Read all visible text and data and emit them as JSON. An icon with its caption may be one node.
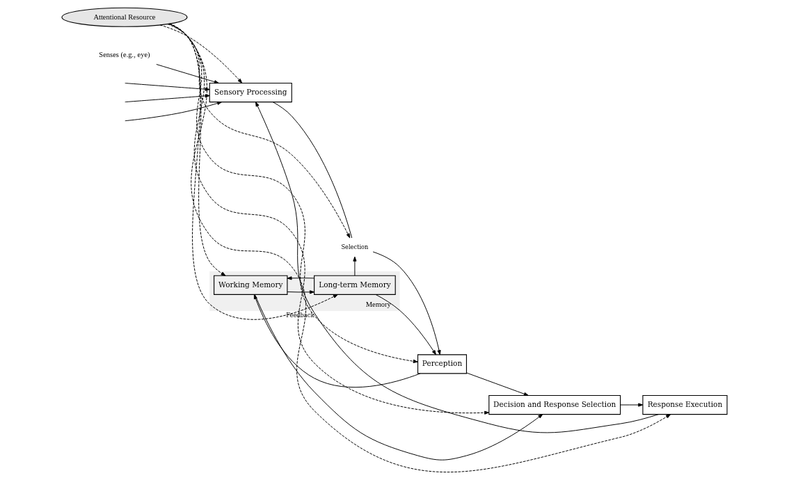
{
  "diagram": {
    "nodes": [
      {
        "text": [
          "Attentional Resource"
        ]
      },
      {
        "text": [
          "Senses (e.g., eye)"
        ]
      },
      {
        "text": [
          "Sensory Processing"
        ]
      },
      {
        "text": [
          "Selection"
        ]
      },
      {
        "text": [
          "Perception"
        ]
      },
      {
        "text": [
          "Decision and Response Selection"
        ]
      },
      {
        "text": [
          "Response Execution"
        ]
      },
      {
        "text": [
          "Memory"
        ]
      },
      {
        "text": [
          "Working Memory"
        ],
        "in": 7
      },
      {
        "text": [
          "Long-term Memory"
        ],
        "in": 7
      }
    ],
    "edges": [
      {
        "from": 1,
        "to": 2,
        "arrow": "to"
      },
      {
        "from": null,
        "to": 2,
        "arrow": "to"
      },
      {
        "from": null,
        "to": 2,
        "arrow": "to"
      },
      {
        "from": null,
        "to": 2,
        "arrow": "to"
      },
      {
        "from": 0,
        "to": 2,
        "arrow": "to",
        "style": "dashed"
      },
      {
        "from": 0,
        "to": 3,
        "arrow": "to",
        "style": "dashed"
      },
      {
        "from": 0,
        "to": 4,
        "arrow": "to",
        "style": "dashed"
      },
      {
        "from": 0,
        "to": 5,
        "arrow": "to",
        "style": "dashed"
      },
      {
        "from": 0,
        "to": 6,
        "arrow": "to",
        "style": "dashed"
      },
      {
        "from": 0,
        "to": 8,
        "arrow": "to",
        "style": "dashed"
      },
      {
        "from": 0,
        "to": 9,
        "arrow": "to",
        "style": "dashed"
      },
      {
        "from": 2,
        "to": 3,
        "arrow": "none"
      },
      {
        "from": 3,
        "to": 4,
        "arrow": "to"
      },
      {
        "from": 4,
        "to": 5,
        "arrow": "to"
      },
      {
        "from": 5,
        "to": 6,
        "arrow": "to"
      },
      {
        "from": 4,
        "to": 8,
        "arrow": "to"
      },
      {
        "from": 8,
        "to": 5,
        "arrow": "to"
      },
      {
        "from": 9,
        "to": 3,
        "arrow": "to"
      },
      {
        "from": 9,
        "to": 4,
        "arrow": "to"
      },
      {
        "from": 9,
        "to": 8,
        "arrow": "to"
      },
      {
        "from": 8,
        "to": 9,
        "arrow": "to"
      },
      {
        "from": 6,
        "to": 2,
        "arrow": "to",
        "label": "Feedback"
      }
    ]
  }
}
